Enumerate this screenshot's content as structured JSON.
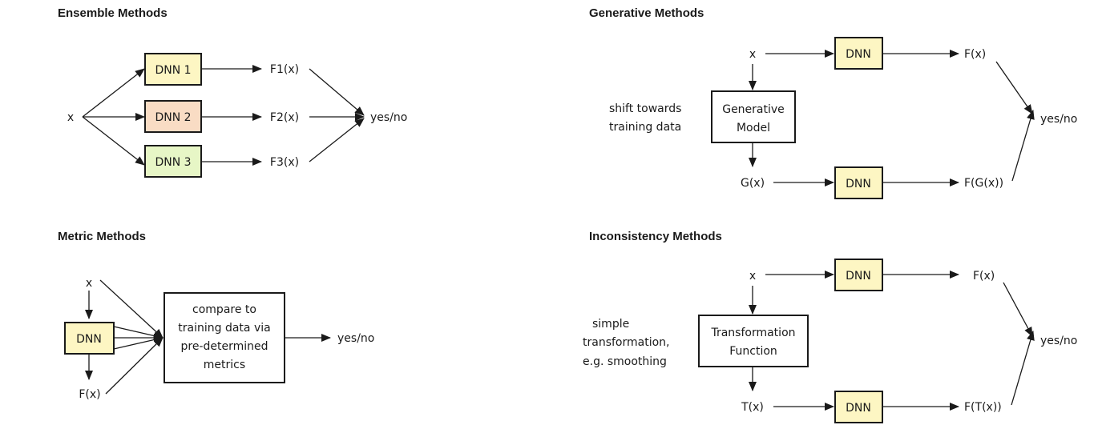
{
  "colors": {
    "dnn_yellow": "#fdf6c3",
    "dnn_orange": "#f9dcc4",
    "dnn_green": "#e7f6c6",
    "white": "#ffffff",
    "stroke": "#1a1a1a"
  },
  "ensemble": {
    "title": "Ensemble Methods",
    "input": "x",
    "dnn1": "DNN 1",
    "dnn2": "DNN 2",
    "dnn3": "DNN 3",
    "out1": "F1(x)",
    "out2": "F2(x)",
    "out3": "F3(x)",
    "decision": "yes/no"
  },
  "metric": {
    "title": "Metric Methods",
    "input": "x",
    "dnn": "DNN",
    "output": "F(x)",
    "compare": [
      "compare to",
      "training data via",
      "pre-determined",
      "metrics"
    ],
    "decision": "yes/no"
  },
  "generative": {
    "title": "Generative Methods",
    "input": "x",
    "dnn_top": "DNN",
    "out_top": "F(x)",
    "note": [
      "shift towards",
      "training data"
    ],
    "model": [
      "Generative",
      "Model"
    ],
    "gx": "G(x)",
    "dnn_bottom": "DNN",
    "out_bottom": "F(G(x))",
    "decision": "yes/no"
  },
  "inconsistency": {
    "title": "Inconsistency Methods",
    "input": "x",
    "dnn_top": "DNN",
    "out_top": "F(x)",
    "note": [
      "simple",
      "transformation,",
      "e.g. smoothing"
    ],
    "func": [
      "Transformation",
      "Function"
    ],
    "tx": "T(x)",
    "dnn_bottom": "DNN",
    "out_bottom": "F(T(x))",
    "decision": "yes/no"
  }
}
